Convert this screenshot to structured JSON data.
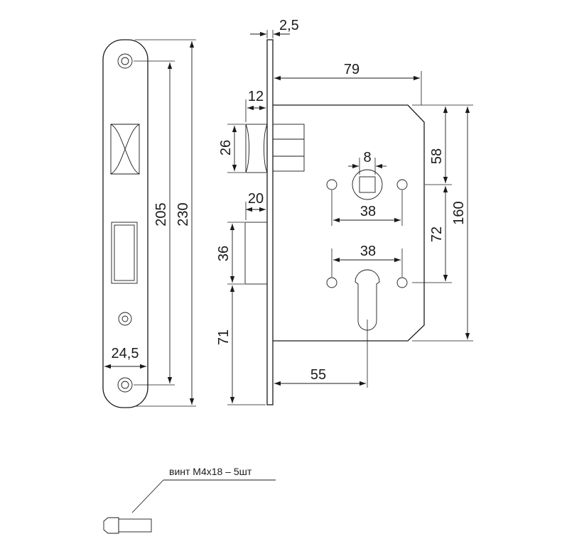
{
  "dimensions": {
    "faceplate_thickness": "2,5",
    "backset_body": "79",
    "latch_projection": "12",
    "latch_height": "26",
    "spindle_square": "8",
    "top_height": "58",
    "spindle_holes_spacing": "38",
    "bolt_projection": "20",
    "body_height": "160",
    "bolt_height": "36",
    "cylinder_holes_spacing": "38",
    "spindle_to_cylinder": "72",
    "faceplate_height": "230",
    "screw_hole_spacing": "205",
    "bolt_to_bottom": "71",
    "faceplate_width": "24,5",
    "backset": "55"
  },
  "note": "винт М4х18 – 5шт"
}
